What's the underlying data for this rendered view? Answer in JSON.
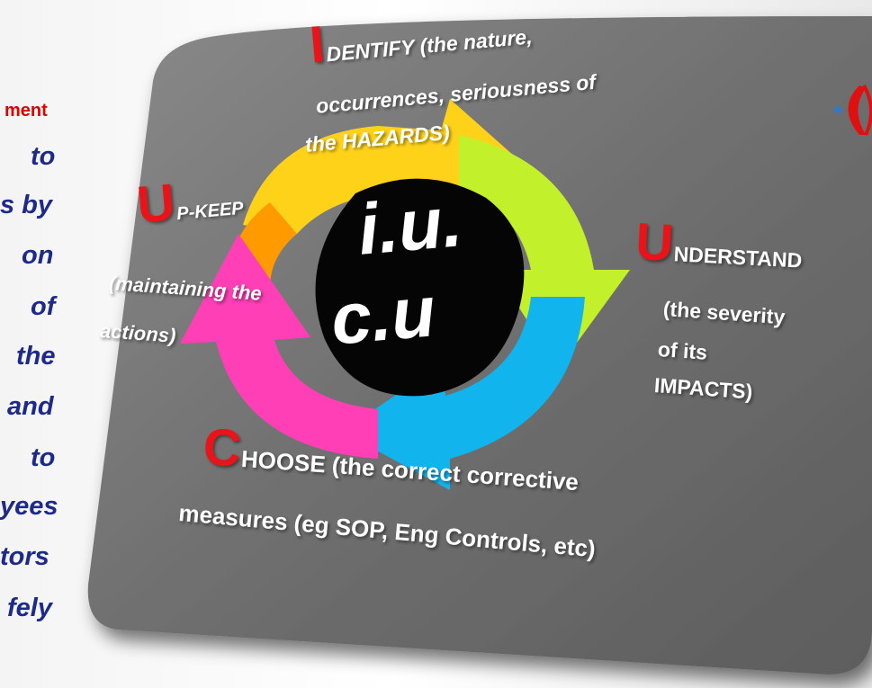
{
  "left_text": {
    "lines": [
      "ment",
      "to",
      "s by",
      "on",
      "of",
      "the",
      "and",
      "to",
      "yees",
      "tors",
      "fely"
    ]
  },
  "center": {
    "line1": "i.u.",
    "line2": "c.u"
  },
  "steps": [
    {
      "key": "identify",
      "initial": "I",
      "rest": "DENTIFY (the nature,",
      "line2": "occurrences, seriousness of",
      "line3": "the HAZARDS)"
    },
    {
      "key": "understand",
      "initial": "U",
      "rest": "NDERSTAND",
      "line2": "(the severity",
      "line3": "of its",
      "line4": "IMPACTS)"
    },
    {
      "key": "choose",
      "initial": "C",
      "rest": "HOOSE (the correct corrective",
      "line2": "measures (eg SOP, Eng Controls, etc)"
    },
    {
      "key": "upkeep",
      "initial": "U",
      "rest": "P-KEEP",
      "line2": "(maintaining the",
      "line3": "actions)"
    }
  ],
  "colors": {
    "panel": "#707070",
    "accent_red": "#e8141a",
    "text_blue": "#1d2a8a",
    "arrow_yellow": "#ffd500",
    "arrow_green": "#c2f02a",
    "arrow_blue": "#12b4ee",
    "arrow_pink": "#ff3fb6",
    "arrow_orange": "#ff9a00"
  }
}
